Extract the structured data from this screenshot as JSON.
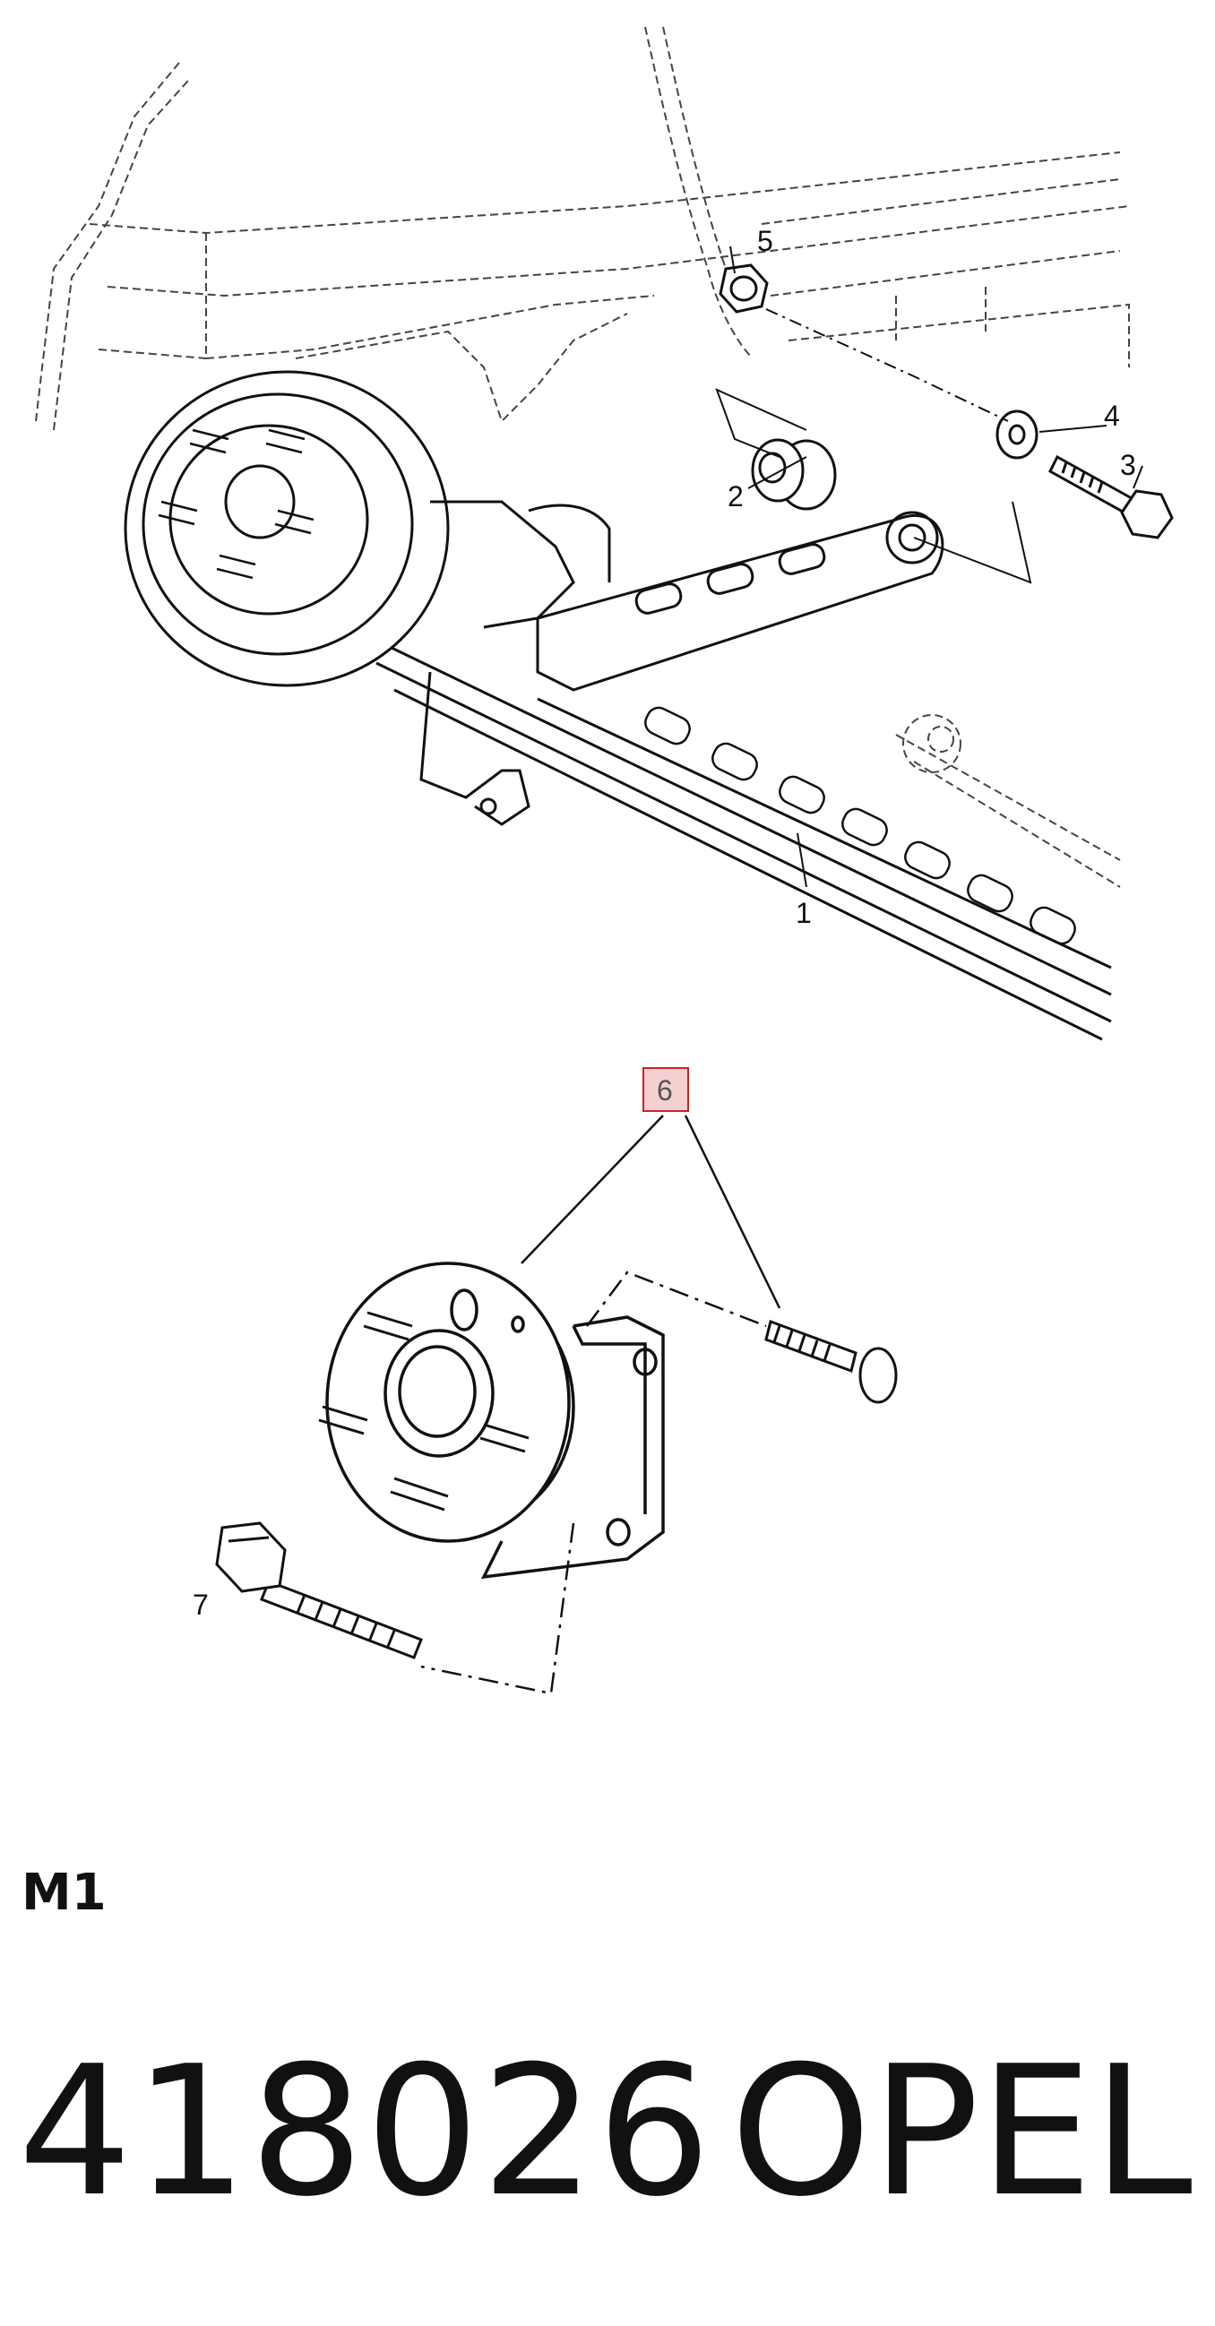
{
  "callouts": {
    "c1": "1",
    "c2": "2",
    "c3": "3",
    "c4": "4",
    "c5": "5",
    "c6": "6",
    "c7": "7"
  },
  "highlight_color": "#f6d0d0",
  "highlight_border": "#cc2222",
  "section_code": "M1",
  "part_number": "418026",
  "brand": "OPEL"
}
